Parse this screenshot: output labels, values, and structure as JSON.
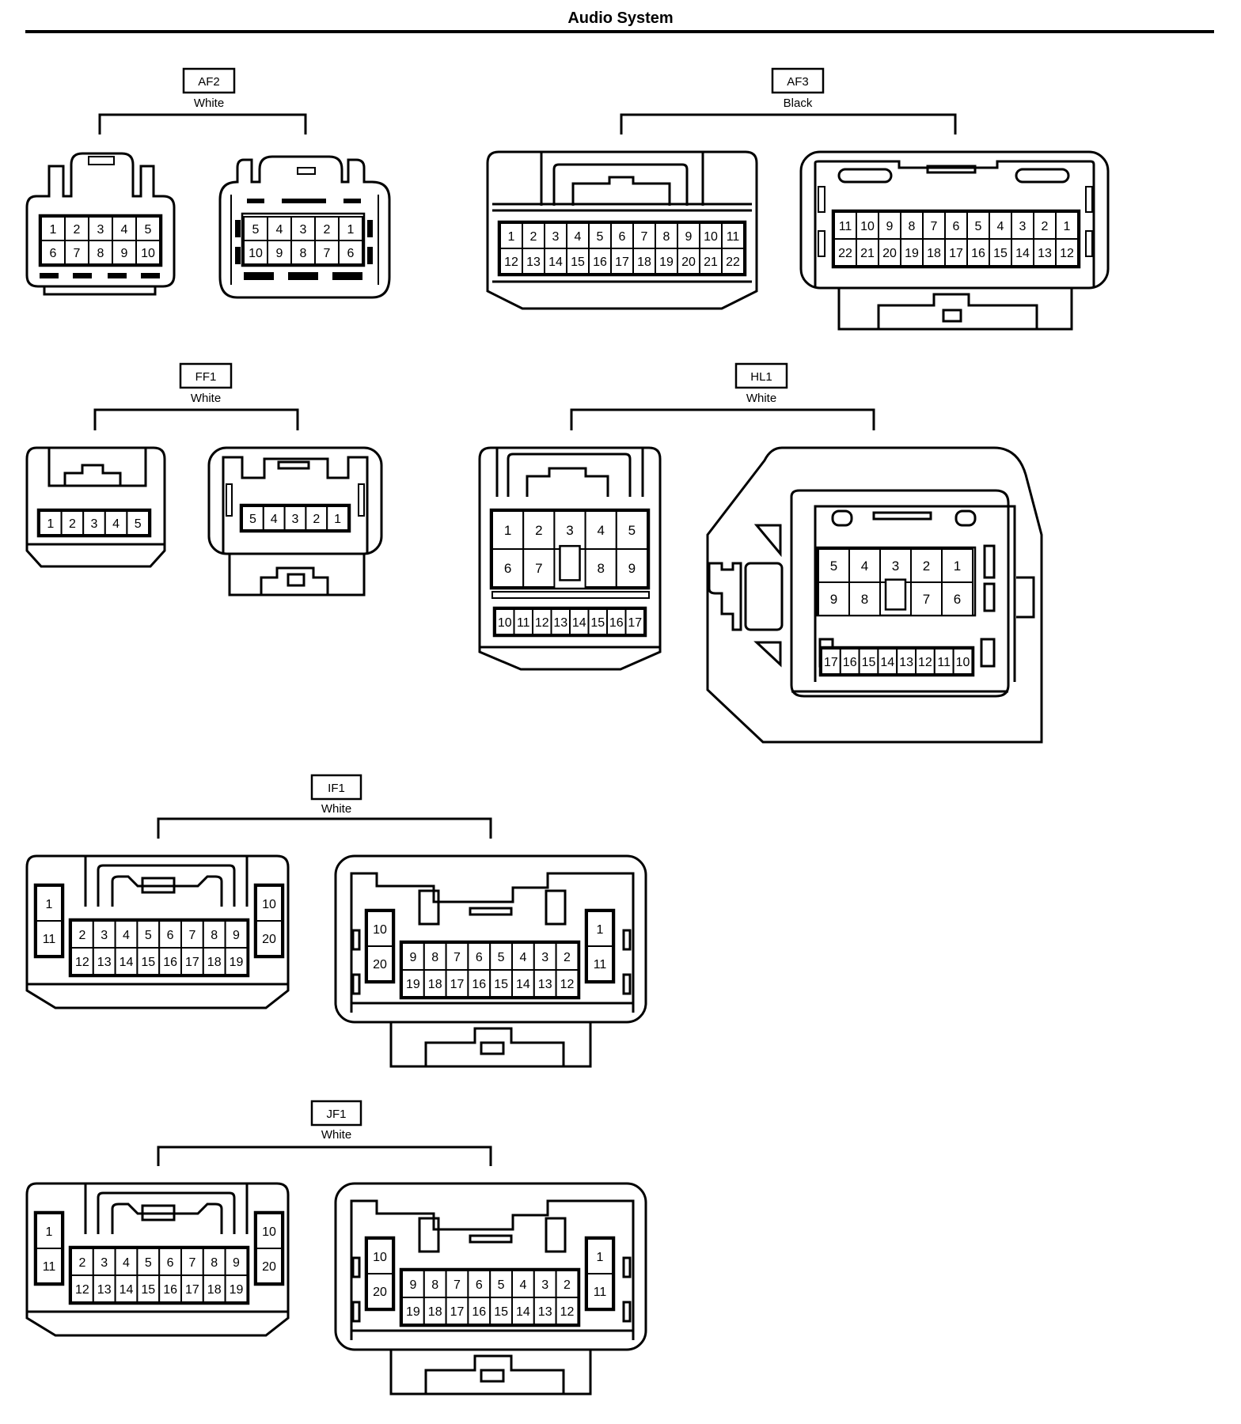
{
  "page": {
    "title": "Audio System"
  },
  "connectors": [
    {
      "code": "AF2",
      "color": "White"
    },
    {
      "code": "AF3",
      "color": "Black"
    },
    {
      "code": "FF1",
      "color": "White"
    },
    {
      "code": "HL1",
      "color": "White"
    },
    {
      "code": "IF1",
      "color": "White"
    },
    {
      "code": "JF1",
      "color": "White"
    }
  ],
  "pin_tables": {
    "af2_left": [
      [
        "1",
        "2",
        "3",
        "4",
        "5"
      ],
      [
        "6",
        "7",
        "8",
        "9",
        "10"
      ]
    ],
    "af2_right": [
      [
        "5",
        "4",
        "3",
        "2",
        "1"
      ],
      [
        "10",
        "9",
        "8",
        "7",
        "6"
      ]
    ],
    "af3_left": [
      [
        "1",
        "2",
        "3",
        "4",
        "5",
        "6",
        "7",
        "8",
        "9",
        "10",
        "11"
      ],
      [
        "12",
        "13",
        "14",
        "15",
        "16",
        "17",
        "18",
        "19",
        "20",
        "21",
        "22"
      ]
    ],
    "af3_right": [
      [
        "11",
        "10",
        "9",
        "8",
        "7",
        "6",
        "5",
        "4",
        "3",
        "2",
        "1"
      ],
      [
        "22",
        "21",
        "20",
        "19",
        "18",
        "17",
        "16",
        "15",
        "14",
        "13",
        "12"
      ]
    ],
    "ff1_left": [
      [
        "1",
        "2",
        "3",
        "4",
        "5"
      ]
    ],
    "ff1_right": [
      [
        "5",
        "4",
        "3",
        "2",
        "1"
      ]
    ],
    "hl1_left_top": [
      [
        "1",
        "2",
        "3",
        "4",
        "5"
      ],
      [
        "6",
        "7",
        "",
        "8",
        "9"
      ]
    ],
    "hl1_left_bottom": [
      [
        "10",
        "11",
        "12",
        "13",
        "14",
        "15",
        "16",
        "17"
      ]
    ],
    "hl1_right_top": [
      [
        "5",
        "4",
        "3",
        "2",
        "1"
      ],
      [
        "9",
        "8",
        "",
        "7",
        "6"
      ]
    ],
    "hl1_right_bottom": [
      [
        "17",
        "16",
        "15",
        "14",
        "13",
        "12",
        "11",
        "10"
      ]
    ],
    "if1_left_side_a": [
      [
        "1"
      ],
      [
        "11"
      ]
    ],
    "if1_left_main": [
      [
        "2",
        "3",
        "4",
        "5",
        "6",
        "7",
        "8",
        "9"
      ],
      [
        "12",
        "13",
        "14",
        "15",
        "16",
        "17",
        "18",
        "19"
      ]
    ],
    "if1_left_side_b": [
      [
        "10"
      ],
      [
        "20"
      ]
    ],
    "if1_right_side_a": [
      [
        "10"
      ],
      [
        "20"
      ]
    ],
    "if1_right_main": [
      [
        "9",
        "8",
        "7",
        "6",
        "5",
        "4",
        "3",
        "2"
      ],
      [
        "19",
        "18",
        "17",
        "16",
        "15",
        "14",
        "13",
        "12"
      ]
    ],
    "if1_right_side_b": [
      [
        "1"
      ],
      [
        "11"
      ]
    ],
    "jf1_left_side_a": [
      [
        "1"
      ],
      [
        "11"
      ]
    ],
    "jf1_left_main": [
      [
        "2",
        "3",
        "4",
        "5",
        "6",
        "7",
        "8",
        "9"
      ],
      [
        "12",
        "13",
        "14",
        "15",
        "16",
        "17",
        "18",
        "19"
      ]
    ],
    "jf1_left_side_b": [
      [
        "10"
      ],
      [
        "20"
      ]
    ],
    "jf1_right_side_a": [
      [
        "10"
      ],
      [
        "20"
      ]
    ],
    "jf1_right_main": [
      [
        "9",
        "8",
        "7",
        "6",
        "5",
        "4",
        "3",
        "2"
      ],
      [
        "19",
        "18",
        "17",
        "16",
        "15",
        "14",
        "13",
        "12"
      ]
    ],
    "jf1_right_side_b": [
      [
        "1"
      ],
      [
        "11"
      ]
    ]
  }
}
